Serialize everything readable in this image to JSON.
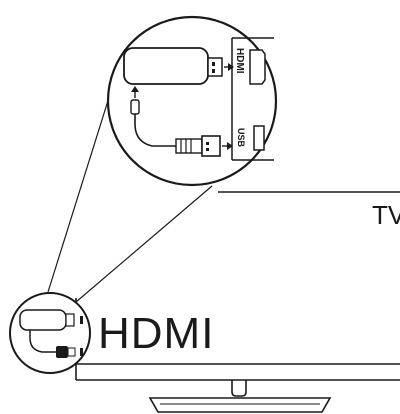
{
  "labels": {
    "tv": "TV",
    "hdmi_large": "HDMI",
    "hdmi_port": "HDMI",
    "usb_port": "USB"
  }
}
